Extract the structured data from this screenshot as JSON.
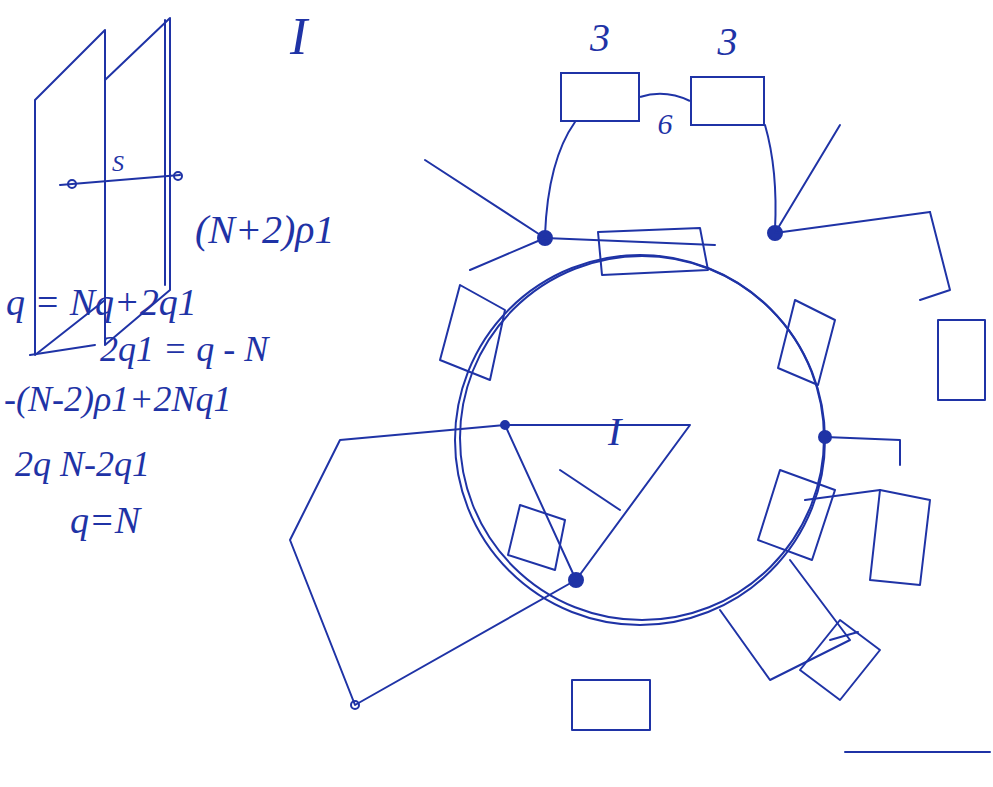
{
  "diagram": {
    "nodes": [
      {
        "text": [
          "3"
        ]
      },
      {
        "text": [
          "3"
        ]
      }
    ],
    "edges": [
      {
        "from": 0,
        "to": 1,
        "arrow": "none",
        "label": "6"
      }
    ],
    "labels": [
      "I",
      "S",
      "(N+2)ρ1",
      "q = Nq+2q1",
      "2q1 = q - N",
      "-(N-2)ρ1+2Nq1",
      "2q N-2q1",
      "q=N",
      "I"
    ]
  }
}
